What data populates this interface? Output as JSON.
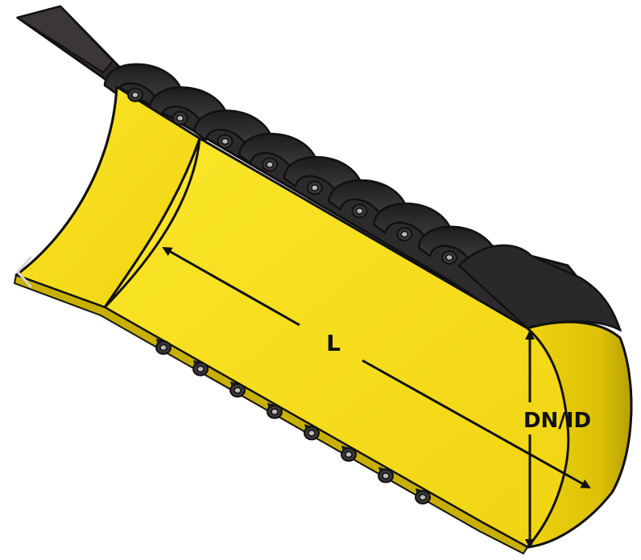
{
  "diagram": {
    "labels": {
      "length": "L",
      "diameter": "DN/ID"
    },
    "icons": {
      "nav": "chevron-left-icon"
    },
    "colors": {
      "pipe": "#f5dc17",
      "pipe_shade": "#d8bf07",
      "pipe_dark": "#b49e00",
      "jacket": "#2e2b2d",
      "jacket_light": "#5a5658",
      "outline": "#111111"
    },
    "port_count_top": 8,
    "port_count_bottom": 8
  }
}
